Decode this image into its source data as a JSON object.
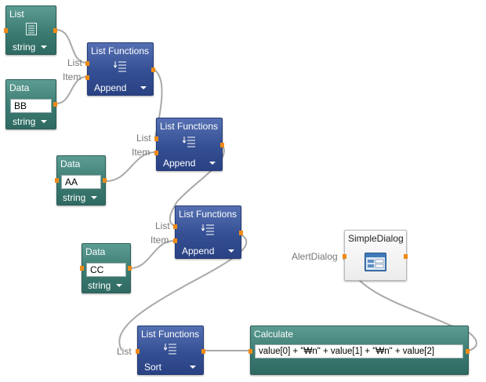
{
  "nodes": {
    "list_source": {
      "title": "List",
      "type_label": "string"
    },
    "data_bb": {
      "title": "Data",
      "value": "BB",
      "type_label": "string"
    },
    "data_aa": {
      "title": "Data",
      "value": "AA",
      "type_label": "string"
    },
    "data_cc": {
      "title": "Data",
      "value": "CC",
      "type_label": "string"
    },
    "append_1": {
      "title": "List Functions",
      "op": "Append",
      "in_list": "List",
      "in_item": "Item"
    },
    "append_2": {
      "title": "List Functions",
      "op": "Append",
      "in_list": "List",
      "in_item": "Item"
    },
    "append_3": {
      "title": "List Functions",
      "op": "Append",
      "in_list": "List",
      "in_item": "Item"
    },
    "sort": {
      "title": "List Functions",
      "op": "Sort",
      "in_list": "List"
    },
    "calculate": {
      "title": "Calculate",
      "expression": "value[0] + \"₩n\" + value[1] + \"₩n\" + value[2]"
    },
    "simple_dialog": {
      "title": "SimpleDialog",
      "in_alert": "AlertDialog"
    }
  },
  "colors": {
    "data_node": "#3b7b72",
    "function_node": "#344f93",
    "dialog_node": "#eeeeee",
    "port": "#f08a16",
    "wire": "#a8a8a8"
  },
  "icons": {
    "list": "list-icon",
    "list_function": "list-function-icon",
    "dialog": "dialog-icon",
    "dropdown": "chevron-down-icon"
  }
}
